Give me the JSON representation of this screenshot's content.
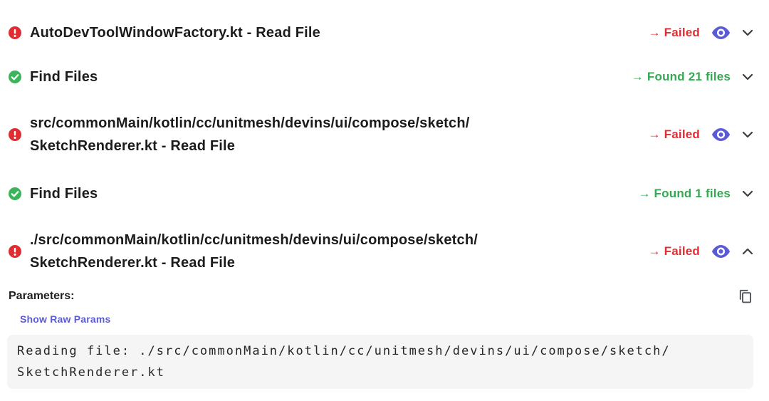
{
  "colors": {
    "error_red": "#e02d33",
    "success_green_icon": "#3bb45a",
    "success_green_text": "#34a853",
    "indigo_accent": "#5b5bd6",
    "title_text": "#1c1c1e",
    "chevron_gray": "#3a3d42",
    "code_background": "#f5f5f6"
  },
  "icons": {
    "error": "error-circle-icon (red circle, white exclamation)",
    "success": "check-circle-icon (green circle, white check)",
    "eye": "eye-icon (indigo filled eye, preview)",
    "chevron_down": "chevron-down-icon",
    "chevron_up": "chevron-up-icon",
    "copy": "copy-icon (two overlapping squares)"
  },
  "rows": [
    {
      "status": "error",
      "title": "AutoDevToolWindowFactory.kt - Read File",
      "result": "→ Failed",
      "has_eye": true,
      "expanded": false
    },
    {
      "status": "success",
      "title": "Find Files",
      "result": "→ Found 21 files",
      "has_eye": false,
      "expanded": false
    },
    {
      "status": "error",
      "title": "src/commonMain/kotlin/cc/unitmesh/devins/ui/compose/sketch/\nSketchRenderer.kt - Read File",
      "result": "→ Failed",
      "has_eye": true,
      "expanded": false
    },
    {
      "status": "success",
      "title": "Find Files",
      "result": "→ Found 1 files",
      "has_eye": false,
      "expanded": false
    },
    {
      "status": "error",
      "title": "./src/commonMain/kotlin/cc/unitmesh/devins/ui/compose/sketch/\nSketchRenderer.kt - Read File",
      "result": "→ Failed",
      "has_eye": true,
      "expanded": true
    }
  ],
  "details": {
    "parameters_label": "Parameters:",
    "show_raw_params_label": "Show Raw Params",
    "code": "Reading file: ./src/commonMain/kotlin/cc/unitmesh/devins/ui/compose/sketch/\nSketchRenderer.kt"
  }
}
